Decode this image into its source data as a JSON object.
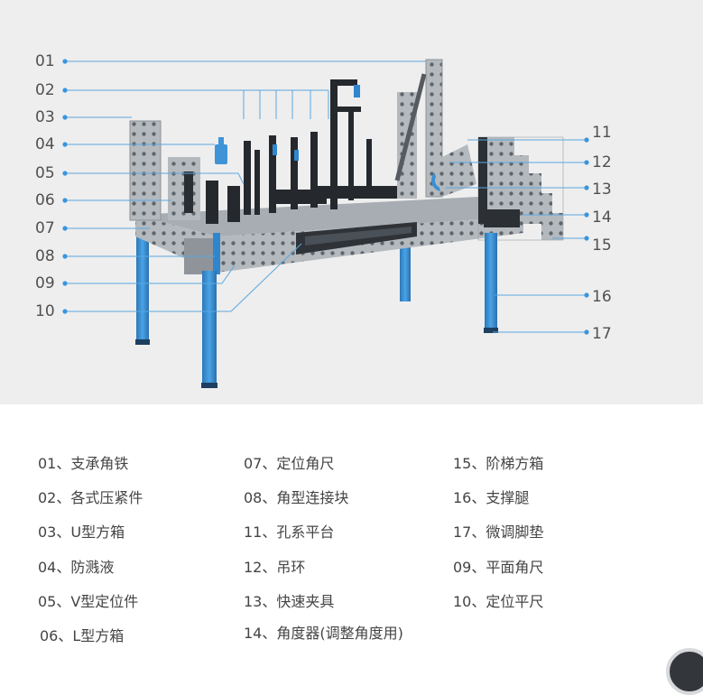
{
  "diagram": {
    "left_callouts": [
      "01",
      "02",
      "03",
      "04",
      "05",
      "06",
      "07",
      "08",
      "09",
      "10"
    ],
    "right_callouts": [
      "11",
      "12",
      "13",
      "14",
      "15",
      "16",
      "17"
    ],
    "colors": {
      "background": "#eeeeee",
      "table_steel": "#aab0b6",
      "leg_blue": "#3f94d8",
      "leader_line": "#5aa7e0",
      "callout_text": "#505050"
    }
  },
  "legend": {
    "columns": [
      [
        "01、支承角铁",
        "02、各式压紧件",
        "03、U型方箱",
        "04、防溅液",
        "05、V型定位件",
        "06、L型方箱"
      ],
      [
        "07、定位角尺",
        "08、角型连接块",
        "11、孔系平台",
        "12、吊环",
        "13、快速夹具",
        "14、角度器(调整角度用)"
      ],
      [
        "15、阶梯方箱",
        "16、支撑腿",
        "17、微调脚垫",
        "09、平面角尺",
        "10、定位平尺"
      ]
    ]
  }
}
